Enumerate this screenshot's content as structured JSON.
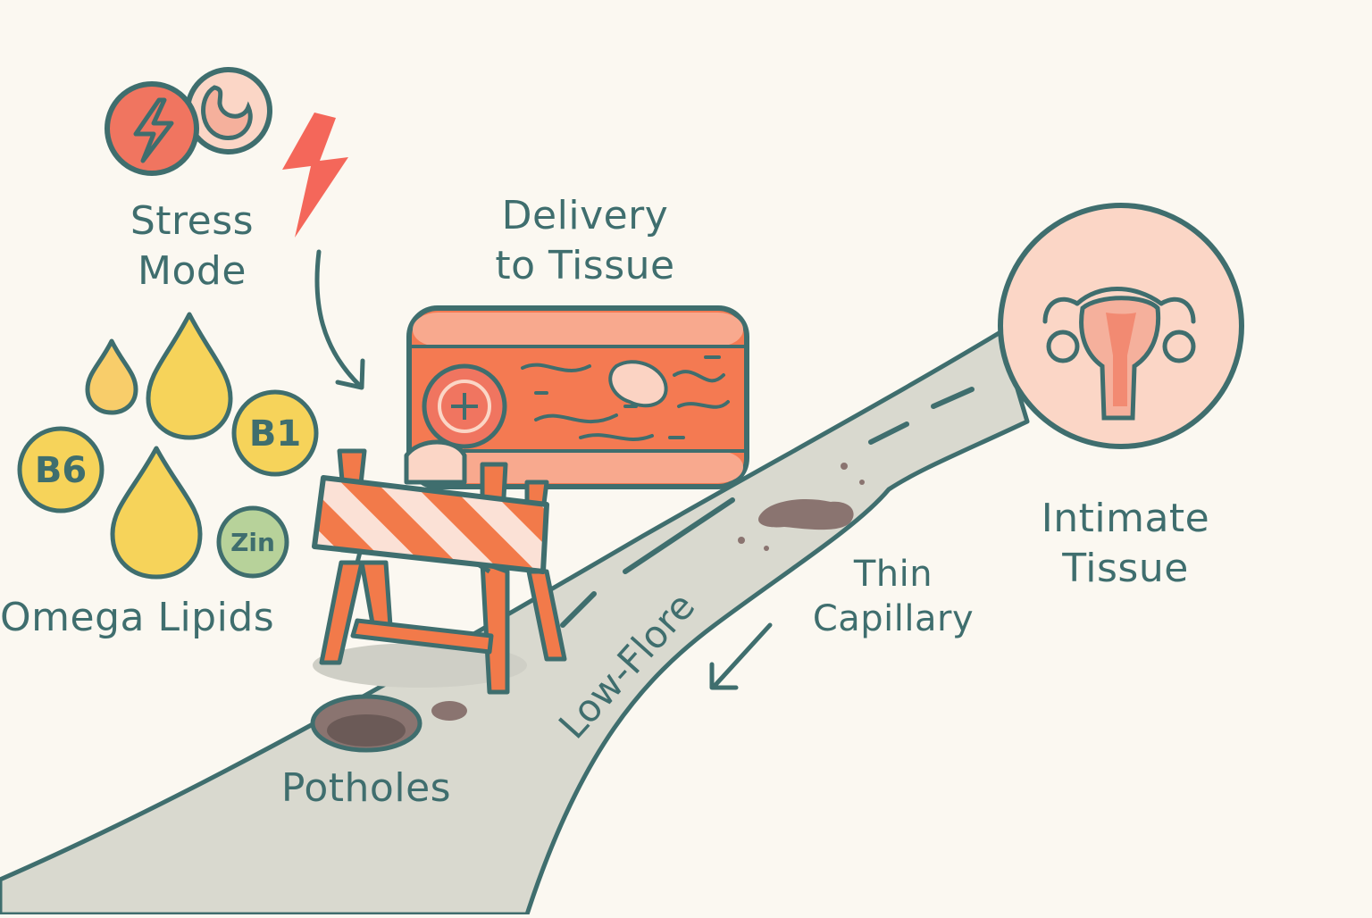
{
  "labels": {
    "stress_line1": "Stress",
    "stress_line2": "Mode",
    "delivery_line1": "Delivery",
    "delivery_line2": "to Tissue",
    "intimate_line1": "Intimate",
    "intimate_line2": "Tissue",
    "omega": "Omega Lipids",
    "thin_line1": "Thin",
    "thin_line2": "Capillary",
    "potholes": "Potholes",
    "road": "Low-Flore"
  },
  "vitamins": {
    "b6": "B6",
    "b1": "B1",
    "zinc": "Zin"
  },
  "icons": [
    "lightning-icon",
    "moon-icon",
    "oil-drop-icon",
    "barrier-icon",
    "uterus-icon",
    "blood-vessel-icon",
    "arrow-icon"
  ],
  "colors": {
    "outline": "#3f6e6e",
    "road": "#d9d9cf",
    "accent_red": "#f07560",
    "vessel": "#f47a52",
    "drop_yellow": "#f6d35a",
    "pink": "#fbd6c6"
  }
}
